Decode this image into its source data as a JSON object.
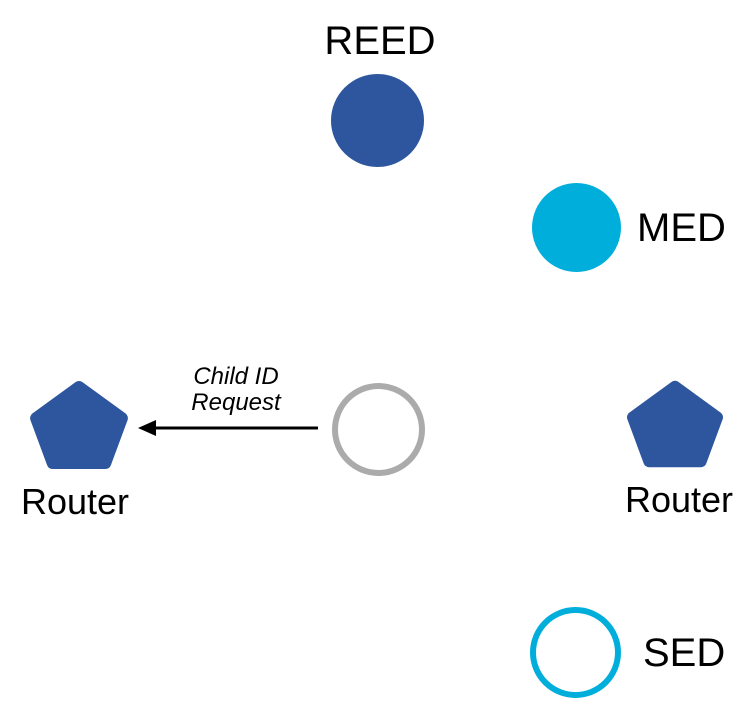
{
  "diagram": {
    "description": "network topology diagram",
    "background": "#FFFFFF",
    "colors": {
      "navy": "#2D569E",
      "cyan": "#00AEDB",
      "gray": "#ABABAB",
      "text": "#000000"
    },
    "nodes": {
      "reed": {
        "label": "REED",
        "shape": "filled-circle",
        "color": "#2D569E"
      },
      "med": {
        "label": "MED",
        "shape": "filled-circle",
        "color": "#00AEDB"
      },
      "router_left": {
        "label": "Router",
        "shape": "pentagon",
        "color": "#2D569E"
      },
      "router_right": {
        "label": "Router",
        "shape": "pentagon",
        "color": "#2D569E"
      },
      "joiner": {
        "label": "",
        "shape": "outlined-circle",
        "color": "#ABABAB"
      },
      "sed": {
        "label": "SED",
        "shape": "outlined-circle",
        "color": "#00AEDB"
      }
    },
    "message": {
      "label": "Child ID Request",
      "from": "joiner",
      "to": "router_left"
    }
  }
}
